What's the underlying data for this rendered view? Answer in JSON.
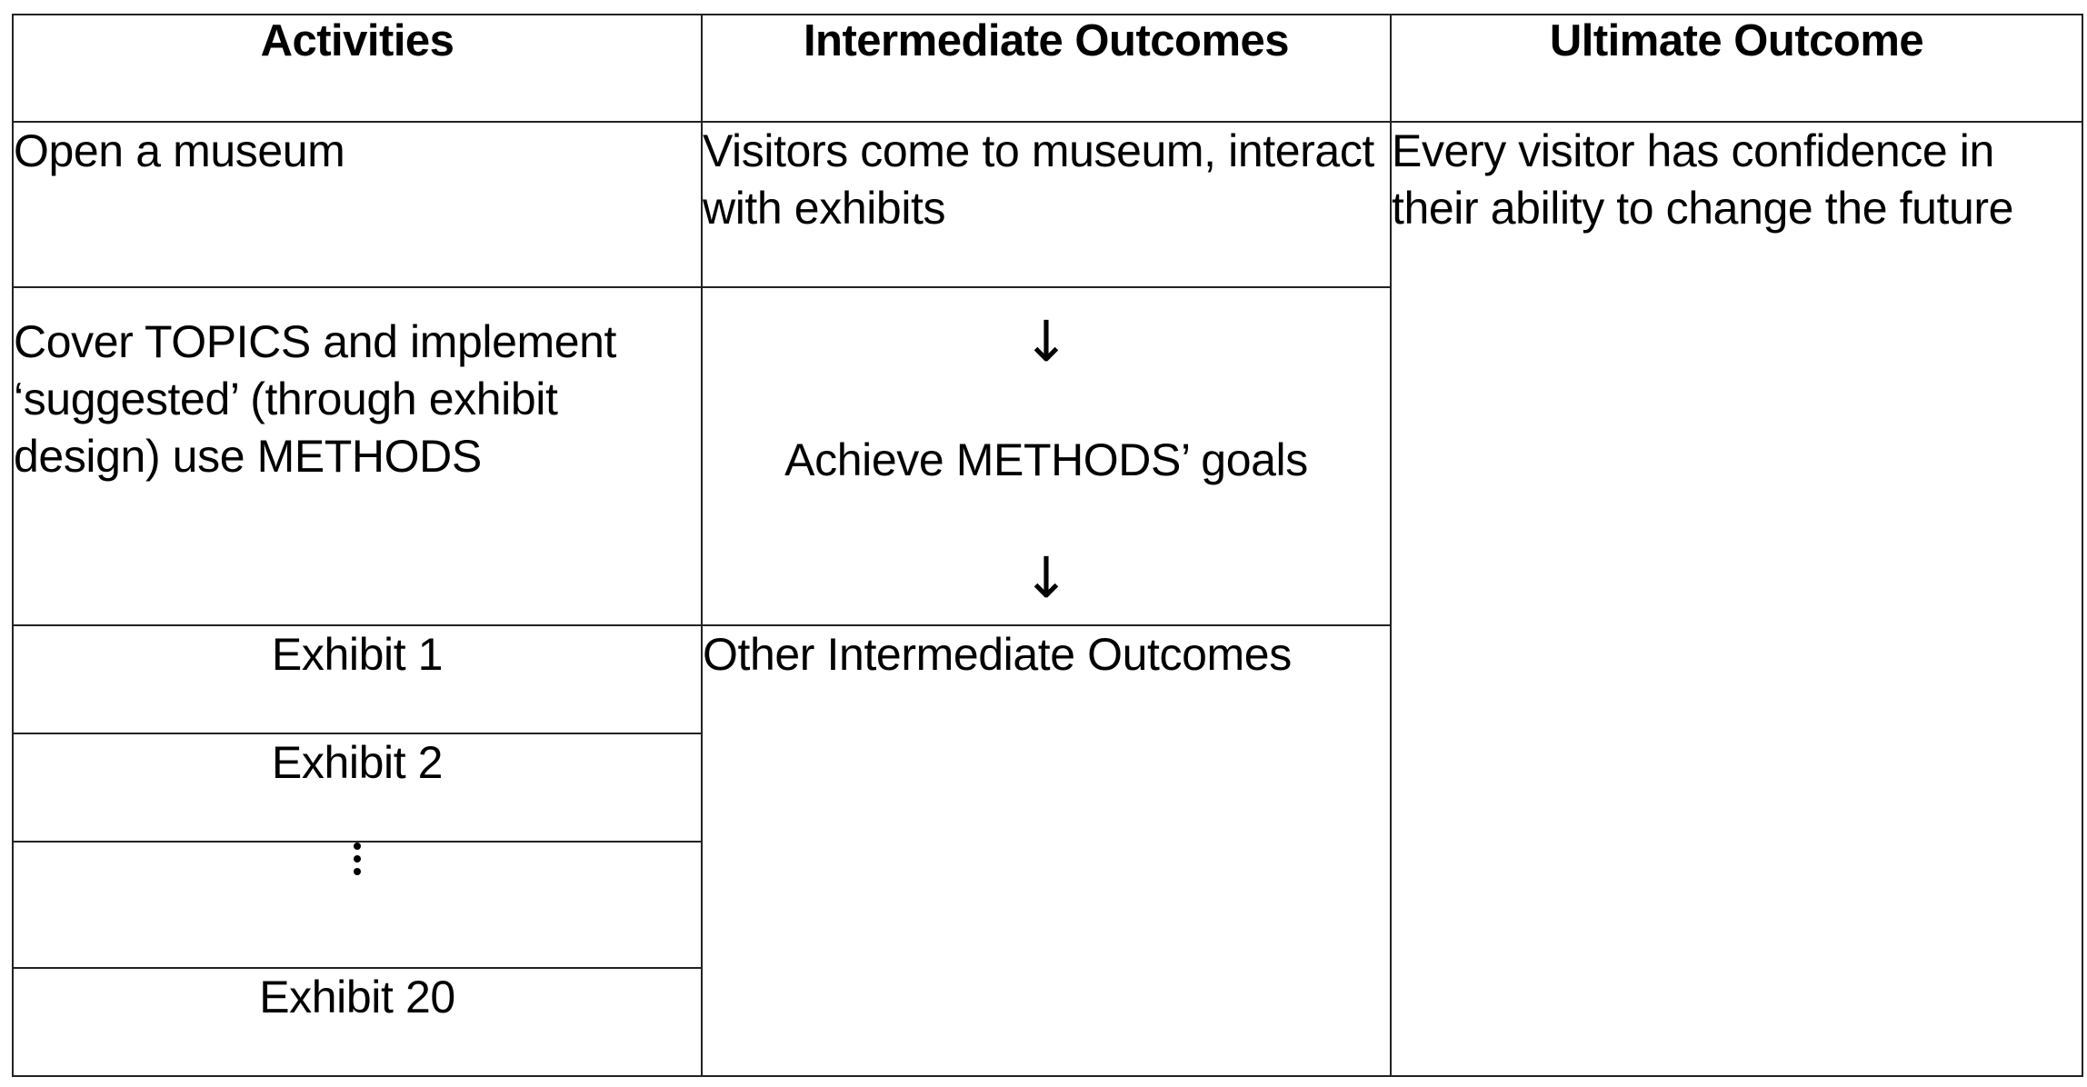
{
  "headers": {
    "activities": "Activities",
    "intermediate": "Intermediate Outcomes",
    "ultimate": "Ultimate Outcome"
  },
  "activities": {
    "open_museum": "Open a museum",
    "cover_topics": "Cover TOPICS and implement ‘suggested’ (through exhibit design) use METHODS",
    "exhibit_1": "Exhibit 1",
    "exhibit_2": "Exhibit 2",
    "ellipsis_icon": "vertical-ellipsis-icon",
    "exhibit_20": "Exhibit 20"
  },
  "intermediate": {
    "visitors": "Visitors come to museum, interact with exhibits",
    "arrow_top": "↓",
    "achieve": "Achieve METHODS’ goals",
    "arrow_bottom": "↓",
    "other": "Other Intermediate Outcomes"
  },
  "ultimate": {
    "confidence": "Every visitor has confidence in their ability to change the future"
  }
}
